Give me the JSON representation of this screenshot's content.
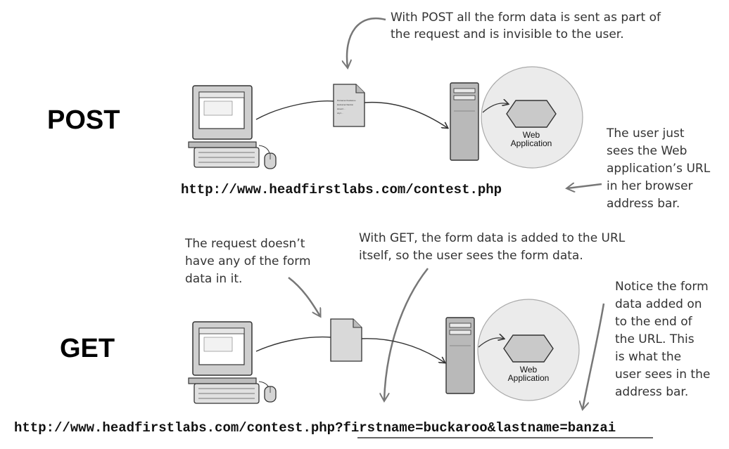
{
  "post": {
    "method_label": "POST",
    "note_top": [
      "With POST all the form data is sent as part of",
      "the request and is invisible to the user."
    ],
    "url": "http://www.headfirstlabs.com/contest.php",
    "server_label": [
      "Web",
      "Application"
    ],
    "note_right": [
      "The user just",
      "sees the Web",
      "application’s URL",
      "in her browser",
      "address bar."
    ],
    "doc_lines": [
      "firstname=buckaroo",
      "lastname=banzai",
      "street=...",
      "city=..."
    ]
  },
  "get": {
    "method_label": "GET",
    "note_left": [
      "The request doesn’t",
      "have any of the form",
      "data in it."
    ],
    "note_top": [
      "With GET, the form data is added to the URL",
      "itself, so the user sees the form data."
    ],
    "note_right": [
      "Notice the form",
      "data added on",
      "to the end of",
      "the URL. This",
      "is what the",
      "user sees in the",
      "address bar."
    ],
    "url_base": "http://www.headfirstlabs.com/contest.php",
    "url_query": "?firstname=buckaroo&lastname=banzai",
    "server_label": [
      "Web",
      "Application"
    ]
  }
}
